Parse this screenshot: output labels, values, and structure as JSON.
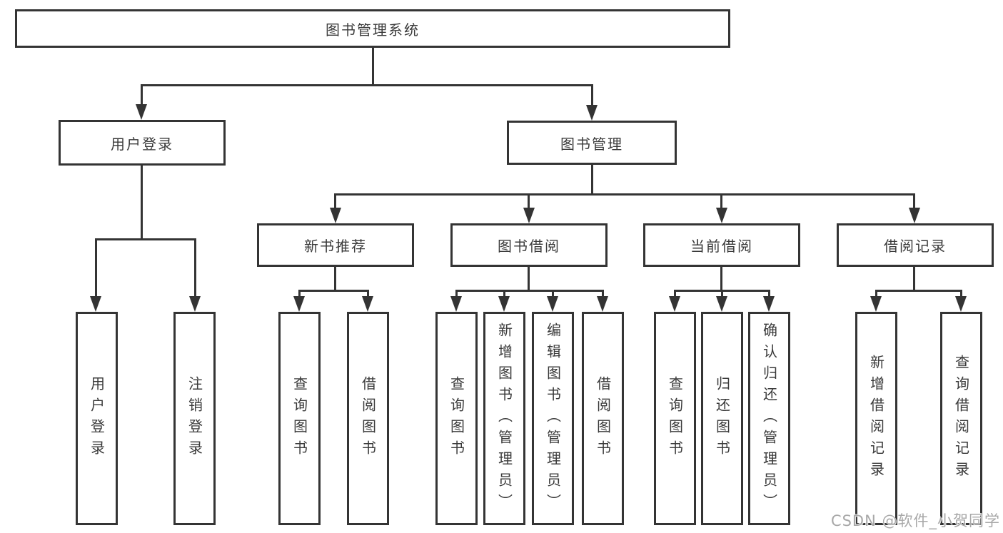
{
  "diagram_type": "hierarchy-tree",
  "tree": {
    "label": "图书管理系统",
    "children": [
      {
        "label": "用户登录",
        "children": [
          {
            "label": "用户登录"
          },
          {
            "label": "注销登录"
          }
        ]
      },
      {
        "label": "图书管理",
        "children": [
          {
            "label": "新书推荐",
            "children": [
              {
                "label": "查询图书"
              },
              {
                "label": "借阅图书"
              }
            ]
          },
          {
            "label": "图书借阅",
            "children": [
              {
                "label": "查询图书"
              },
              {
                "label": "新增图书（管理员）"
              },
              {
                "label": "编辑图书（管理员）"
              },
              {
                "label": "借阅图书"
              }
            ]
          },
          {
            "label": "当前借阅",
            "children": [
              {
                "label": "查询图书"
              },
              {
                "label": "归还图书"
              },
              {
                "label": "确认归还（管理员）"
              }
            ]
          },
          {
            "label": "借阅记录",
            "children": [
              {
                "label": "新增借阅记录"
              },
              {
                "label": "查询借阅记录"
              }
            ]
          }
        ]
      }
    ]
  },
  "watermark": {
    "text": "CSDN @软件_小贺同学"
  },
  "colors": {
    "line": "#343434",
    "text": "#3a3a3a",
    "bg": "#ffffff",
    "watermark": "#a8a8a8"
  }
}
